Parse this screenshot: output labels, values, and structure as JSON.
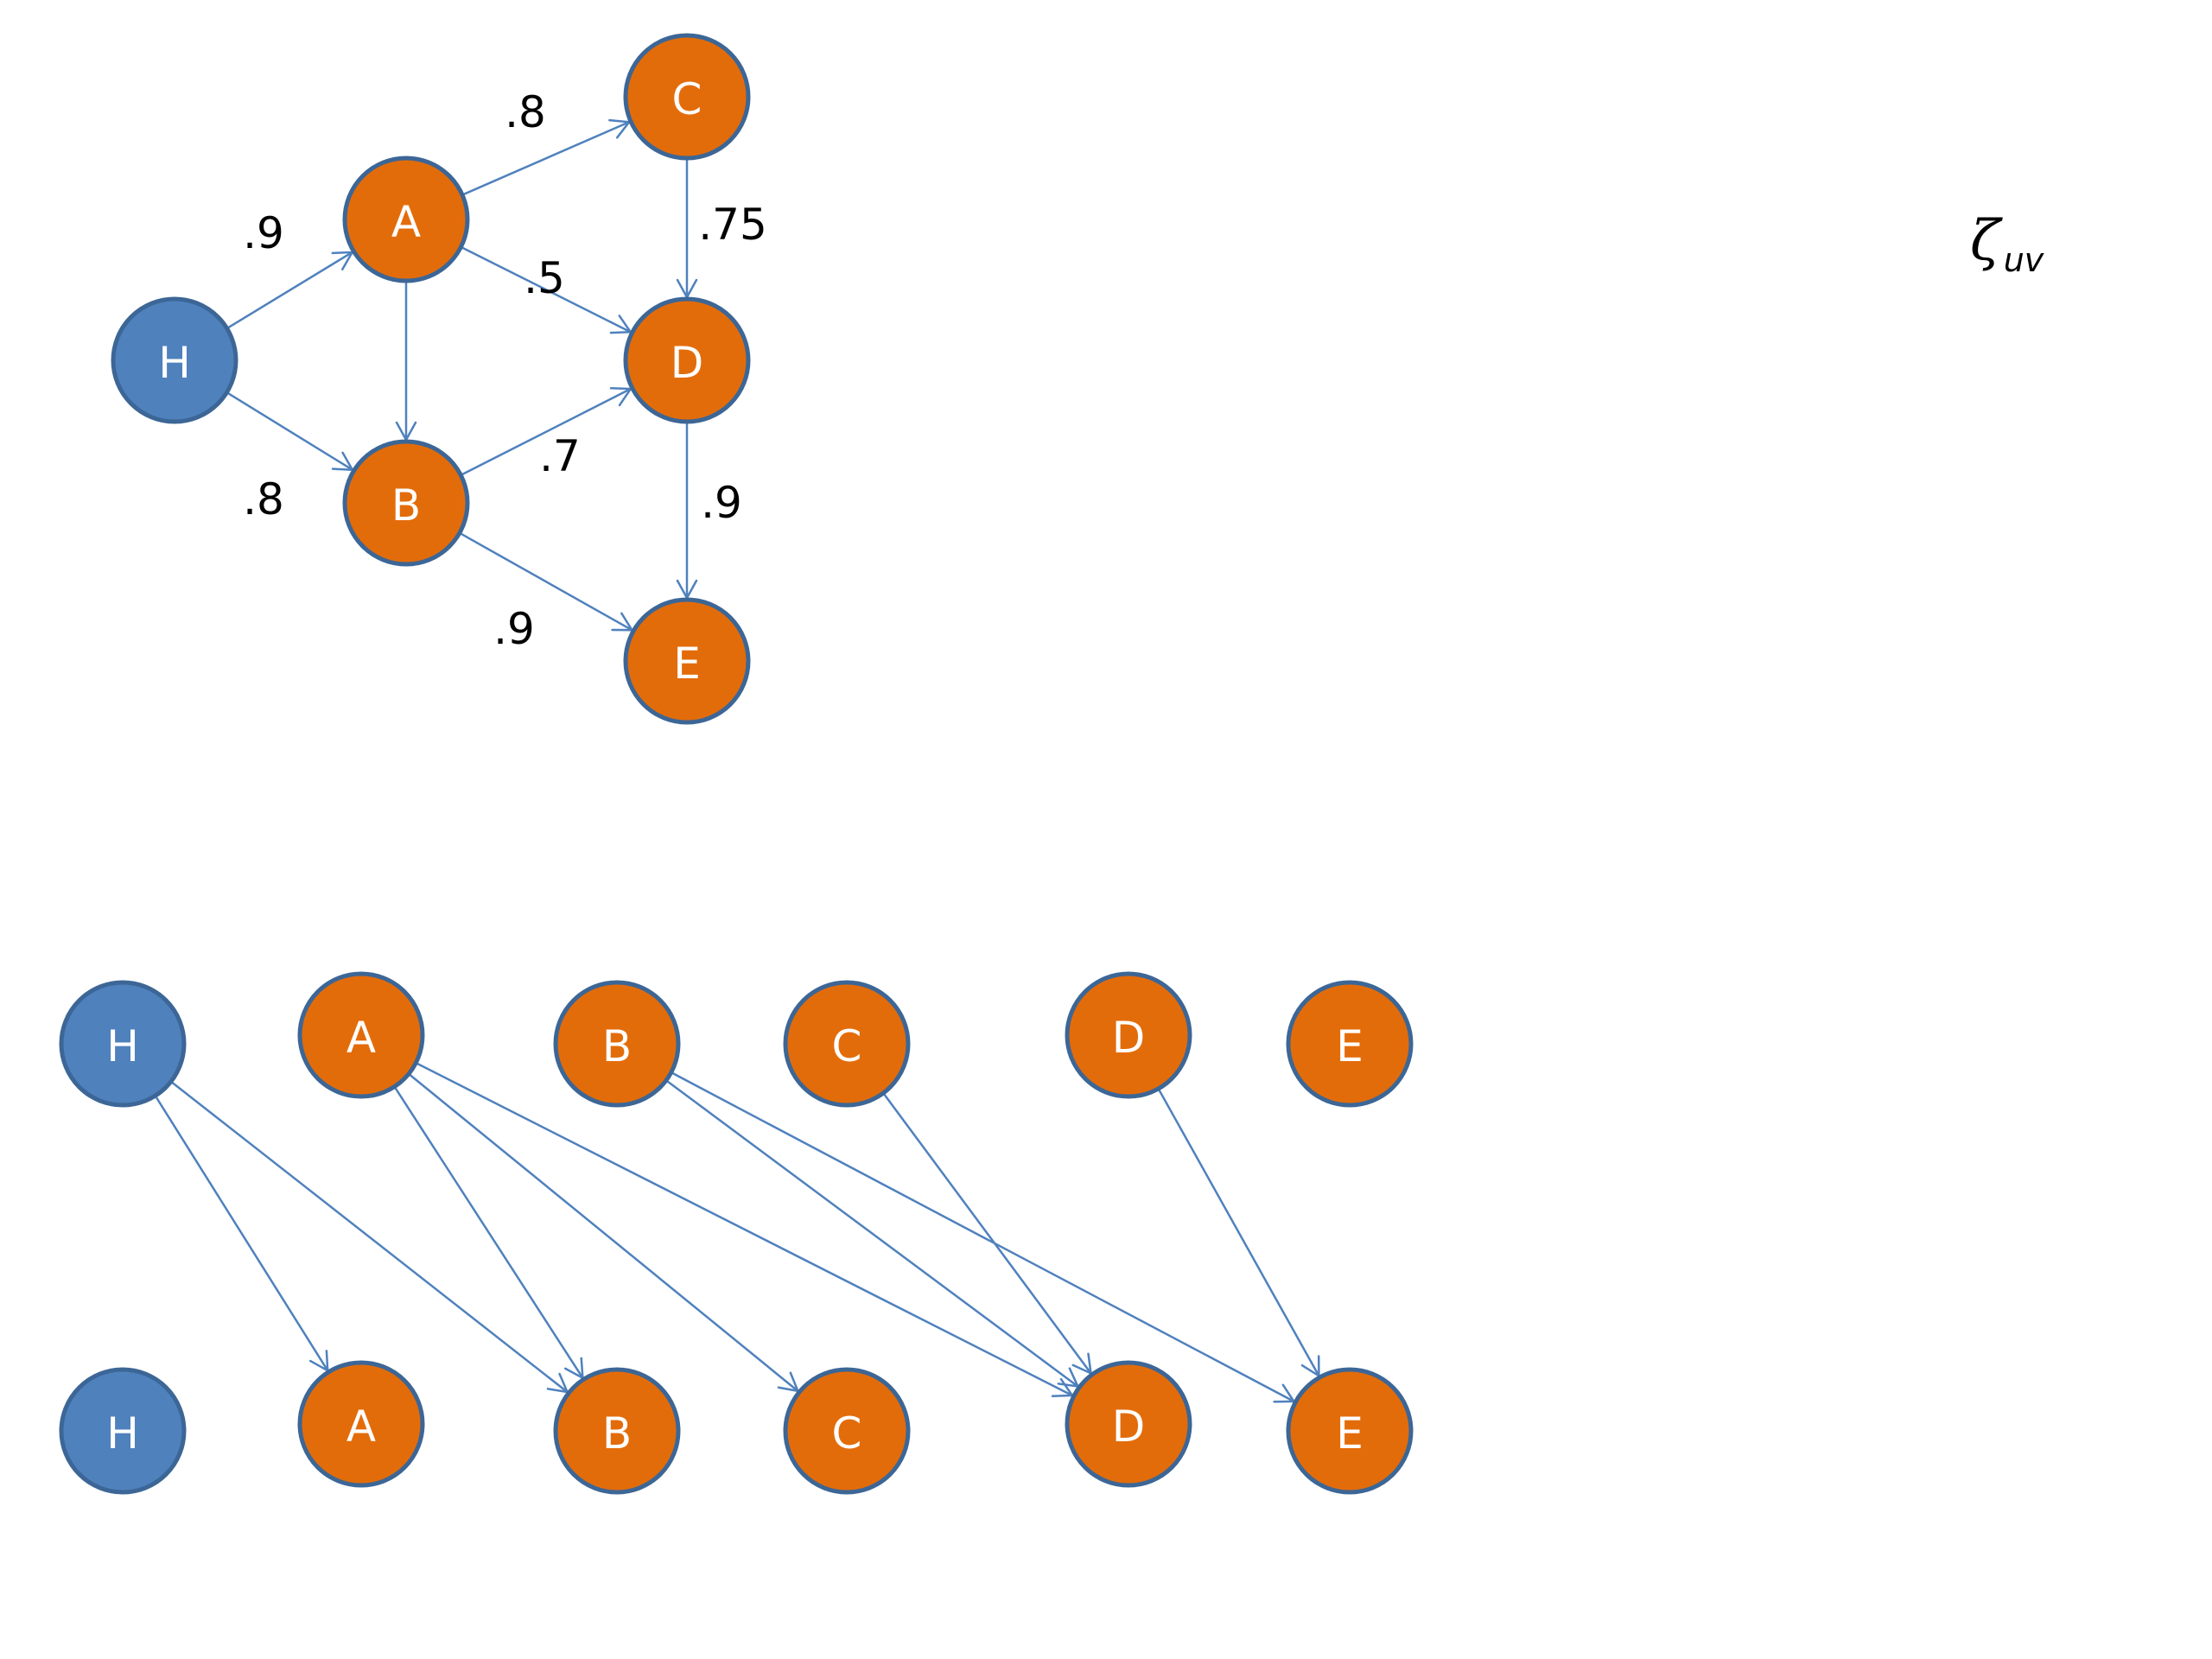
{
  "colors": {
    "source_node_fill": "#4f81bd",
    "node_fill": "#e36c0a",
    "node_stroke": "#3c6696",
    "edge": "#4f81bd"
  },
  "annotation": {
    "symbol": "ζ",
    "subscript": "uv"
  },
  "graph": {
    "nodes": [
      {
        "id": "H",
        "label": "H",
        "kind": "source"
      },
      {
        "id": "A",
        "label": "A",
        "kind": "normal"
      },
      {
        "id": "B",
        "label": "B",
        "kind": "normal"
      },
      {
        "id": "C",
        "label": "C",
        "kind": "normal"
      },
      {
        "id": "D",
        "label": "D",
        "kind": "normal"
      },
      {
        "id": "E",
        "label": "E",
        "kind": "normal"
      }
    ],
    "edges": [
      {
        "from": "H",
        "to": "A",
        "weight": ".9"
      },
      {
        "from": "H",
        "to": "B",
        "weight": ".8"
      },
      {
        "from": "A",
        "to": "C",
        "weight": ".8"
      },
      {
        "from": "A",
        "to": "D",
        "weight": ".5"
      },
      {
        "from": "A",
        "to": "B",
        "weight": ""
      },
      {
        "from": "B",
        "to": "D",
        "weight": ".7"
      },
      {
        "from": "B",
        "to": "E",
        "weight": ".9"
      },
      {
        "from": "C",
        "to": "D",
        "weight": ".75"
      },
      {
        "from": "D",
        "to": "E",
        "weight": ".9"
      }
    ]
  },
  "bipartite": {
    "top_row": [
      {
        "id": "H",
        "label": "H",
        "kind": "source"
      },
      {
        "id": "A",
        "label": "A",
        "kind": "normal"
      },
      {
        "id": "B",
        "label": "B",
        "kind": "normal"
      },
      {
        "id": "C",
        "label": "C",
        "kind": "normal"
      },
      {
        "id": "D",
        "label": "D",
        "kind": "normal"
      },
      {
        "id": "E",
        "label": "E",
        "kind": "normal"
      }
    ],
    "bottom_row": [
      {
        "id": "H",
        "label": "H",
        "kind": "source"
      },
      {
        "id": "A",
        "label": "A",
        "kind": "normal"
      },
      {
        "id": "B",
        "label": "B",
        "kind": "normal"
      },
      {
        "id": "C",
        "label": "C",
        "kind": "normal"
      },
      {
        "id": "D",
        "label": "D",
        "kind": "normal"
      },
      {
        "id": "E",
        "label": "E",
        "kind": "normal"
      }
    ],
    "edges": [
      {
        "from": "H",
        "to": "A"
      },
      {
        "from": "H",
        "to": "B"
      },
      {
        "from": "A",
        "to": "B"
      },
      {
        "from": "A",
        "to": "C"
      },
      {
        "from": "A",
        "to": "D"
      },
      {
        "from": "B",
        "to": "D"
      },
      {
        "from": "B",
        "to": "E"
      },
      {
        "from": "C",
        "to": "D"
      },
      {
        "from": "D",
        "to": "E"
      }
    ]
  }
}
